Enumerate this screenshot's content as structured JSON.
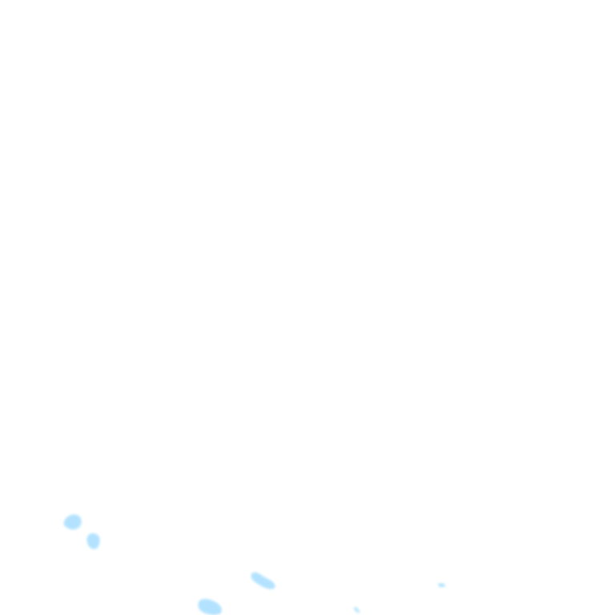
{
  "map": {
    "background_color": "#ffffff",
    "land_color": "#aee0ff",
    "land_edge_color": "#cdeeff",
    "features": [
      {
        "name": "island-1"
      },
      {
        "name": "island-2"
      },
      {
        "name": "island-3"
      },
      {
        "name": "island-4"
      },
      {
        "name": "island-5"
      },
      {
        "name": "island-6"
      }
    ]
  }
}
